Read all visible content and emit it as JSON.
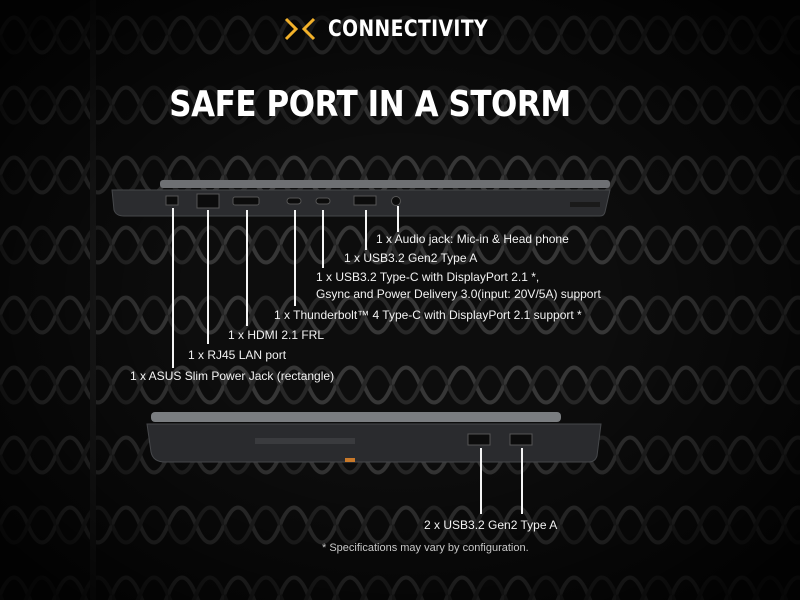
{
  "header": {
    "logo_icon": "x-logo-icon",
    "accent_color": "#f2b12a",
    "title": "CONNECTIVITY"
  },
  "headline": "SAFE PORT IN A STORM",
  "left_side_ports": [
    "1 x Audio jack: Mic-in & Head phone",
    "1 x USB3.2 Gen2 Type A",
    "1 x USB3.2 Type-C with DisplayPort 2.1 *,",
    "Gsync and Power Delivery 3.0(input: 20V/5A) support",
    "1 x Thunderbolt™ 4 Type-C with DisplayPort 2.1 support *",
    "1 x HDMI 2.1 FRL",
    "1 x RJ45 LAN port",
    "1 x ASUS Slim Power Jack (rectangle)"
  ],
  "right_side_ports": [
    "2 x USB3.2 Gen2 Type A"
  ],
  "footnote": "* Specifications may vary by configuration."
}
